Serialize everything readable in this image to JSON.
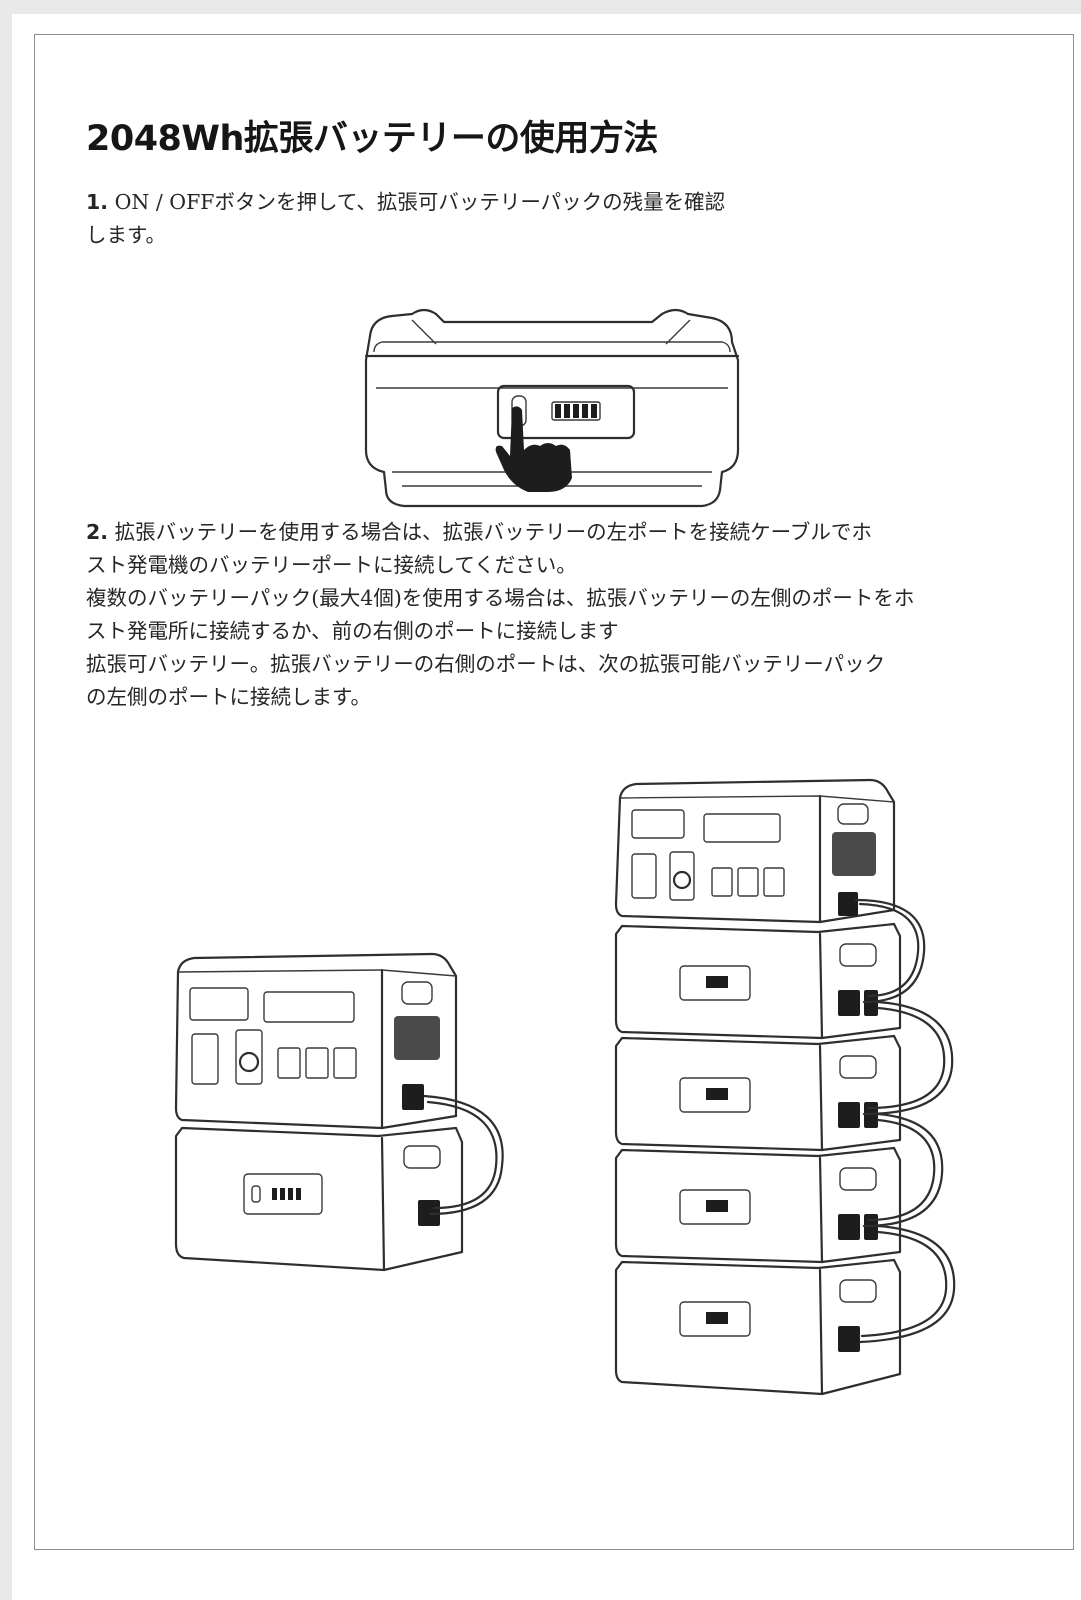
{
  "title": "2048Wh拡張バッテリーの使用方法",
  "step1": {
    "number": "1.",
    "line1": " ON / OFFボタンを押して、拡張可バッテリーパックの残量を確認",
    "line2": "します。"
  },
  "step2": {
    "number": "2.",
    "line1": " 拡張バッテリーを使用する場合は、拡張バッテリーの左ポートを接続ケーブルでホ",
    "line2": "スト発電機のバッテリーポートに接続してください。",
    "line3": "複数のバッテリーパック(最大4個)を使用する場合は、拡張バッテリーの左側のポートをホ",
    "line4": "スト発電所に接続するか、前の右側のポートに接続します",
    "line5": "拡張可バッテリー。拡張バッテリーの右側のポートは、次の拡張可能バッテリーパック",
    "line6": "の左側のポートに接続します。"
  },
  "illustrations": {
    "fig1": "battery-button-press",
    "fig2": "single-expansion-battery-connection",
    "fig3": "four-expansion-batteries-stack"
  },
  "colors": {
    "text": "#262626",
    "line": "#2e2e2e",
    "page": "#ffffff",
    "frame": "#8d8d8d"
  }
}
